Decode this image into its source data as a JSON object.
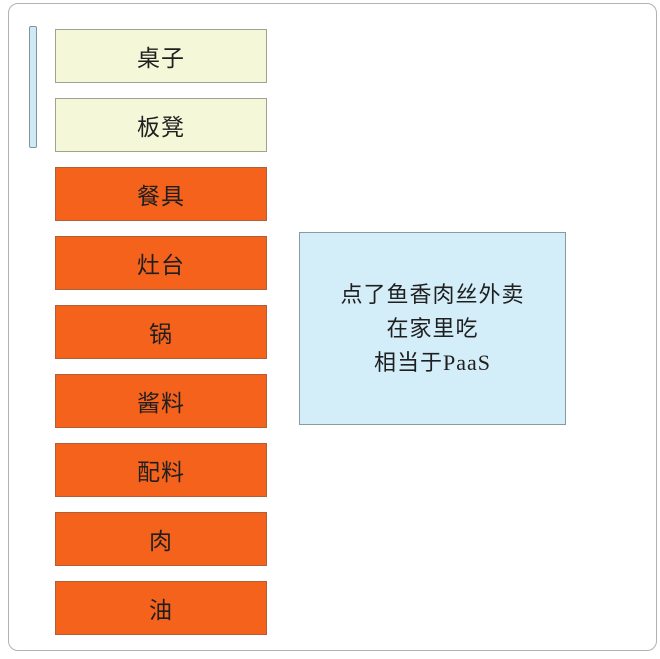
{
  "diagram": {
    "stack_items": [
      {
        "label": "桌子",
        "type": "cream"
      },
      {
        "label": "板凳",
        "type": "cream"
      },
      {
        "label": "餐具",
        "type": "orange"
      },
      {
        "label": "灶台",
        "type": "orange"
      },
      {
        "label": "锅",
        "type": "orange"
      },
      {
        "label": "酱料",
        "type": "orange"
      },
      {
        "label": "配料",
        "type": "orange"
      },
      {
        "label": "肉",
        "type": "orange"
      },
      {
        "label": "油",
        "type": "orange"
      }
    ],
    "note": {
      "lines": [
        "点了鱼香肉丝外卖",
        "在家里吃",
        "相当于PaaS"
      ]
    },
    "colors": {
      "cream_fill": "#f4f8d8",
      "cream_border": "#a0a18e",
      "orange_fill": "#f4621c",
      "orange_border": "#b06038",
      "note_fill": "#d3eef9",
      "note_border": "#8a9aa0",
      "bar_fill": "#cfe9f5",
      "bar_border": "#7f959e",
      "frame_border": "#b2b2b2",
      "text": "#1f1f1f"
    }
  }
}
